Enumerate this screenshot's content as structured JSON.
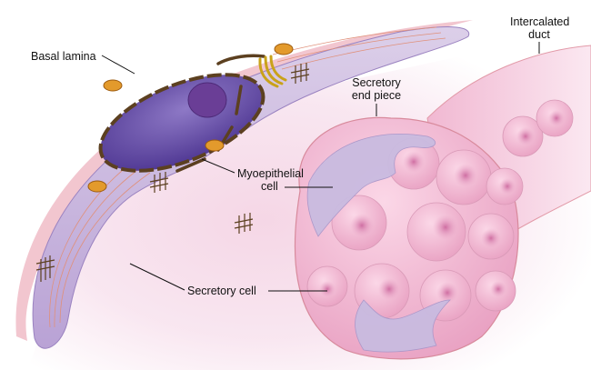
{
  "figure": {
    "title": "Salivary gland secretory end piece with myoepithelial cell",
    "labels": {
      "basal_lamina": "Basal lamina",
      "intercalated_duct_line1": "Intercalated",
      "intercalated_duct_line2": "duct",
      "secretory_end_piece_line1": "Secretory",
      "secretory_end_piece_line2": "end piece",
      "myoepithelial_cell_line1": "Myoepithelial",
      "myoepithelial_cell_line2": "cell",
      "secretory_cell": "Secretory cell"
    },
    "colors": {
      "basal_lamina": "#f2c6cf",
      "myoepithelial_cytoplasm": "#c9b4dd",
      "nucleus": "#5d3f9e",
      "nucleolus": "#6a3e96",
      "mitochondria": "#e39a2c",
      "golgi": "#e9c93c",
      "secretory_cell": "#f0b2cf",
      "secretory_nucleus": "#d77fae",
      "myoepithelial_process": "#c5b8de",
      "leader_line": "#111111"
    }
  }
}
